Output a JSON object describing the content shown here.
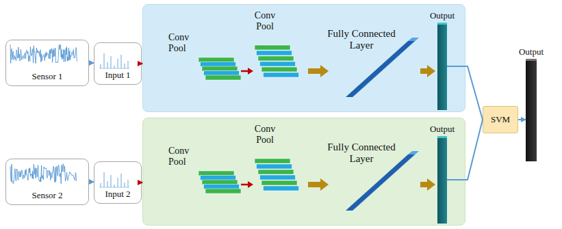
{
  "diagram": {
    "nodes": [
      {
        "text": [
          "Sensor 1"
        ]
      },
      {
        "text": [
          "Input 1"
        ]
      },
      {
        "text": [
          "Conv Pool",
          "Conv Pool",
          "Fully Connected Layer"
        ]
      },
      {
        "text": [
          "Output"
        ],
        "in": 2
      },
      {
        "text": [
          "Sensor 2"
        ]
      },
      {
        "text": [
          "Input 2"
        ]
      },
      {
        "text": [
          "Conv Pool",
          "Conv Pool",
          "Fully Connected Layer"
        ]
      },
      {
        "text": [
          "Output"
        ],
        "in": 6
      },
      {
        "text": [
          "SVM"
        ]
      },
      {
        "text": [
          "Output"
        ]
      }
    ],
    "edges": [
      {
        "from": 0,
        "to": 1,
        "arrow": "to"
      },
      {
        "from": 1,
        "to": 2,
        "arrow": "to"
      },
      {
        "from": 4,
        "to": 5,
        "arrow": "to"
      },
      {
        "from": 5,
        "to": 6,
        "arrow": "to"
      },
      {
        "from": 3,
        "to": 8,
        "arrow": "none"
      },
      {
        "from": 7,
        "to": 8,
        "arrow": "none"
      },
      {
        "from": 8,
        "to": 9,
        "arrow": "to"
      }
    ]
  }
}
